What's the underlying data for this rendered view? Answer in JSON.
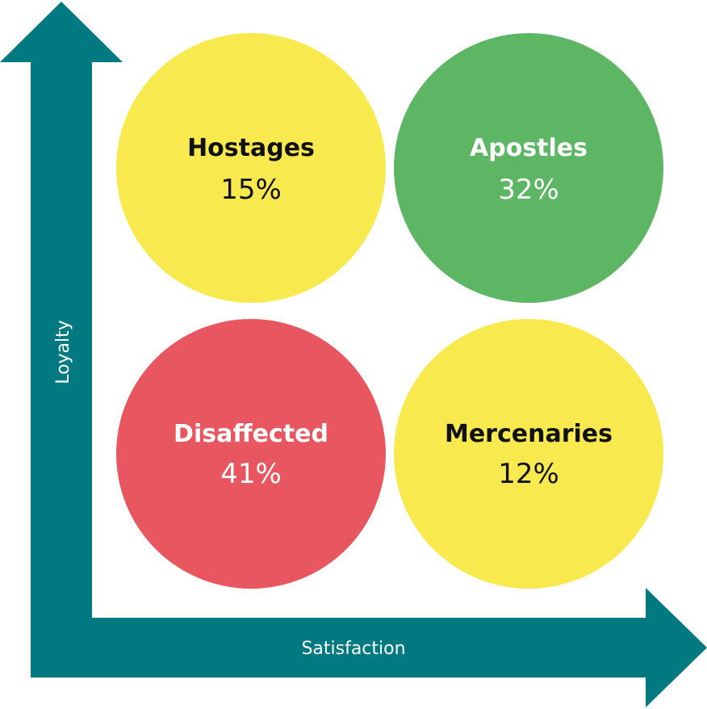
{
  "colors": {
    "axis": "#007a80",
    "yellow": "#f7e94e",
    "green": "#5cb663",
    "red": "#e85660",
    "dark_text": "#111111",
    "light_text": "#ffffff"
  },
  "axes": {
    "x_label": "Satisfaction",
    "y_label": "Loyalty"
  },
  "quadrants": {
    "top_left": {
      "title": "Hostages",
      "value": "15%",
      "fill": "yellow",
      "text": "dark_text"
    },
    "top_right": {
      "title": "Apostles",
      "value": "32%",
      "fill": "green",
      "text": "light_text"
    },
    "bottom_left": {
      "title": "Disaffected",
      "value": "41%",
      "fill": "red",
      "text": "light_text"
    },
    "bottom_right": {
      "title": "Mercenaries",
      "value": "12%",
      "fill": "yellow",
      "text": "dark_text"
    }
  }
}
